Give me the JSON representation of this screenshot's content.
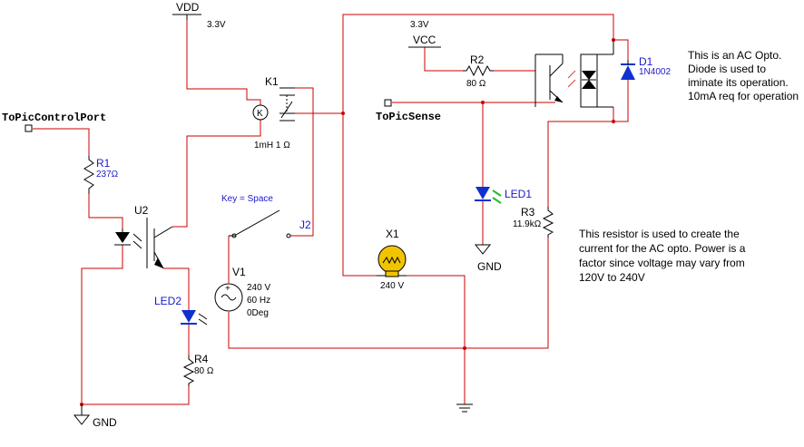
{
  "colors": {
    "wire": "#cc0000",
    "symbol": "#000000",
    "label_blue": "#1a1acc",
    "led_blue": "#1030d0",
    "led_green": "#22bb22",
    "bulb": "#f2c400"
  },
  "power": {
    "vdd_label": "VDD",
    "vdd_voltage": "3.3V",
    "top_voltage": "3.3V",
    "vcc_label": "VCC"
  },
  "components": {
    "k1": {
      "name": "K1",
      "value": "1mH 1 Ω",
      "coil_letter": "K"
    },
    "r1": {
      "name": "R1",
      "value": "237Ω"
    },
    "r2": {
      "name": "R2",
      "value": "80 Ω"
    },
    "r3": {
      "name": "R3",
      "value": "11.9kΩ"
    },
    "r4": {
      "name": "R4",
      "value": "80 Ω"
    },
    "u2": {
      "name": "U2"
    },
    "led1": {
      "name": "LED1"
    },
    "led2": {
      "name": "LED2"
    },
    "d1": {
      "name": "D1",
      "value": "1N4002"
    },
    "x1": {
      "name": "X1",
      "value": "240 V"
    },
    "j2": {
      "name": "J2",
      "key": "Key = Space"
    },
    "v1": {
      "name": "V1",
      "line1": "240 V",
      "line2": "60 Hz",
      "line3": "0Deg"
    }
  },
  "ports": {
    "control": "ToPicControlPort",
    "sense": "ToPicSense"
  },
  "grounds": {
    "gnd1": "GND",
    "gnd2": "GND"
  },
  "notes": {
    "opto": [
      "This is an AC Opto.",
      "Diode is used to",
      "iminate its operation.",
      "10mA req for operation"
    ],
    "resistor": [
      "This resistor is used to create the",
      "current for the AC opto. Power is a",
      "factor since voltage may vary from",
      "120V to 240V"
    ]
  }
}
